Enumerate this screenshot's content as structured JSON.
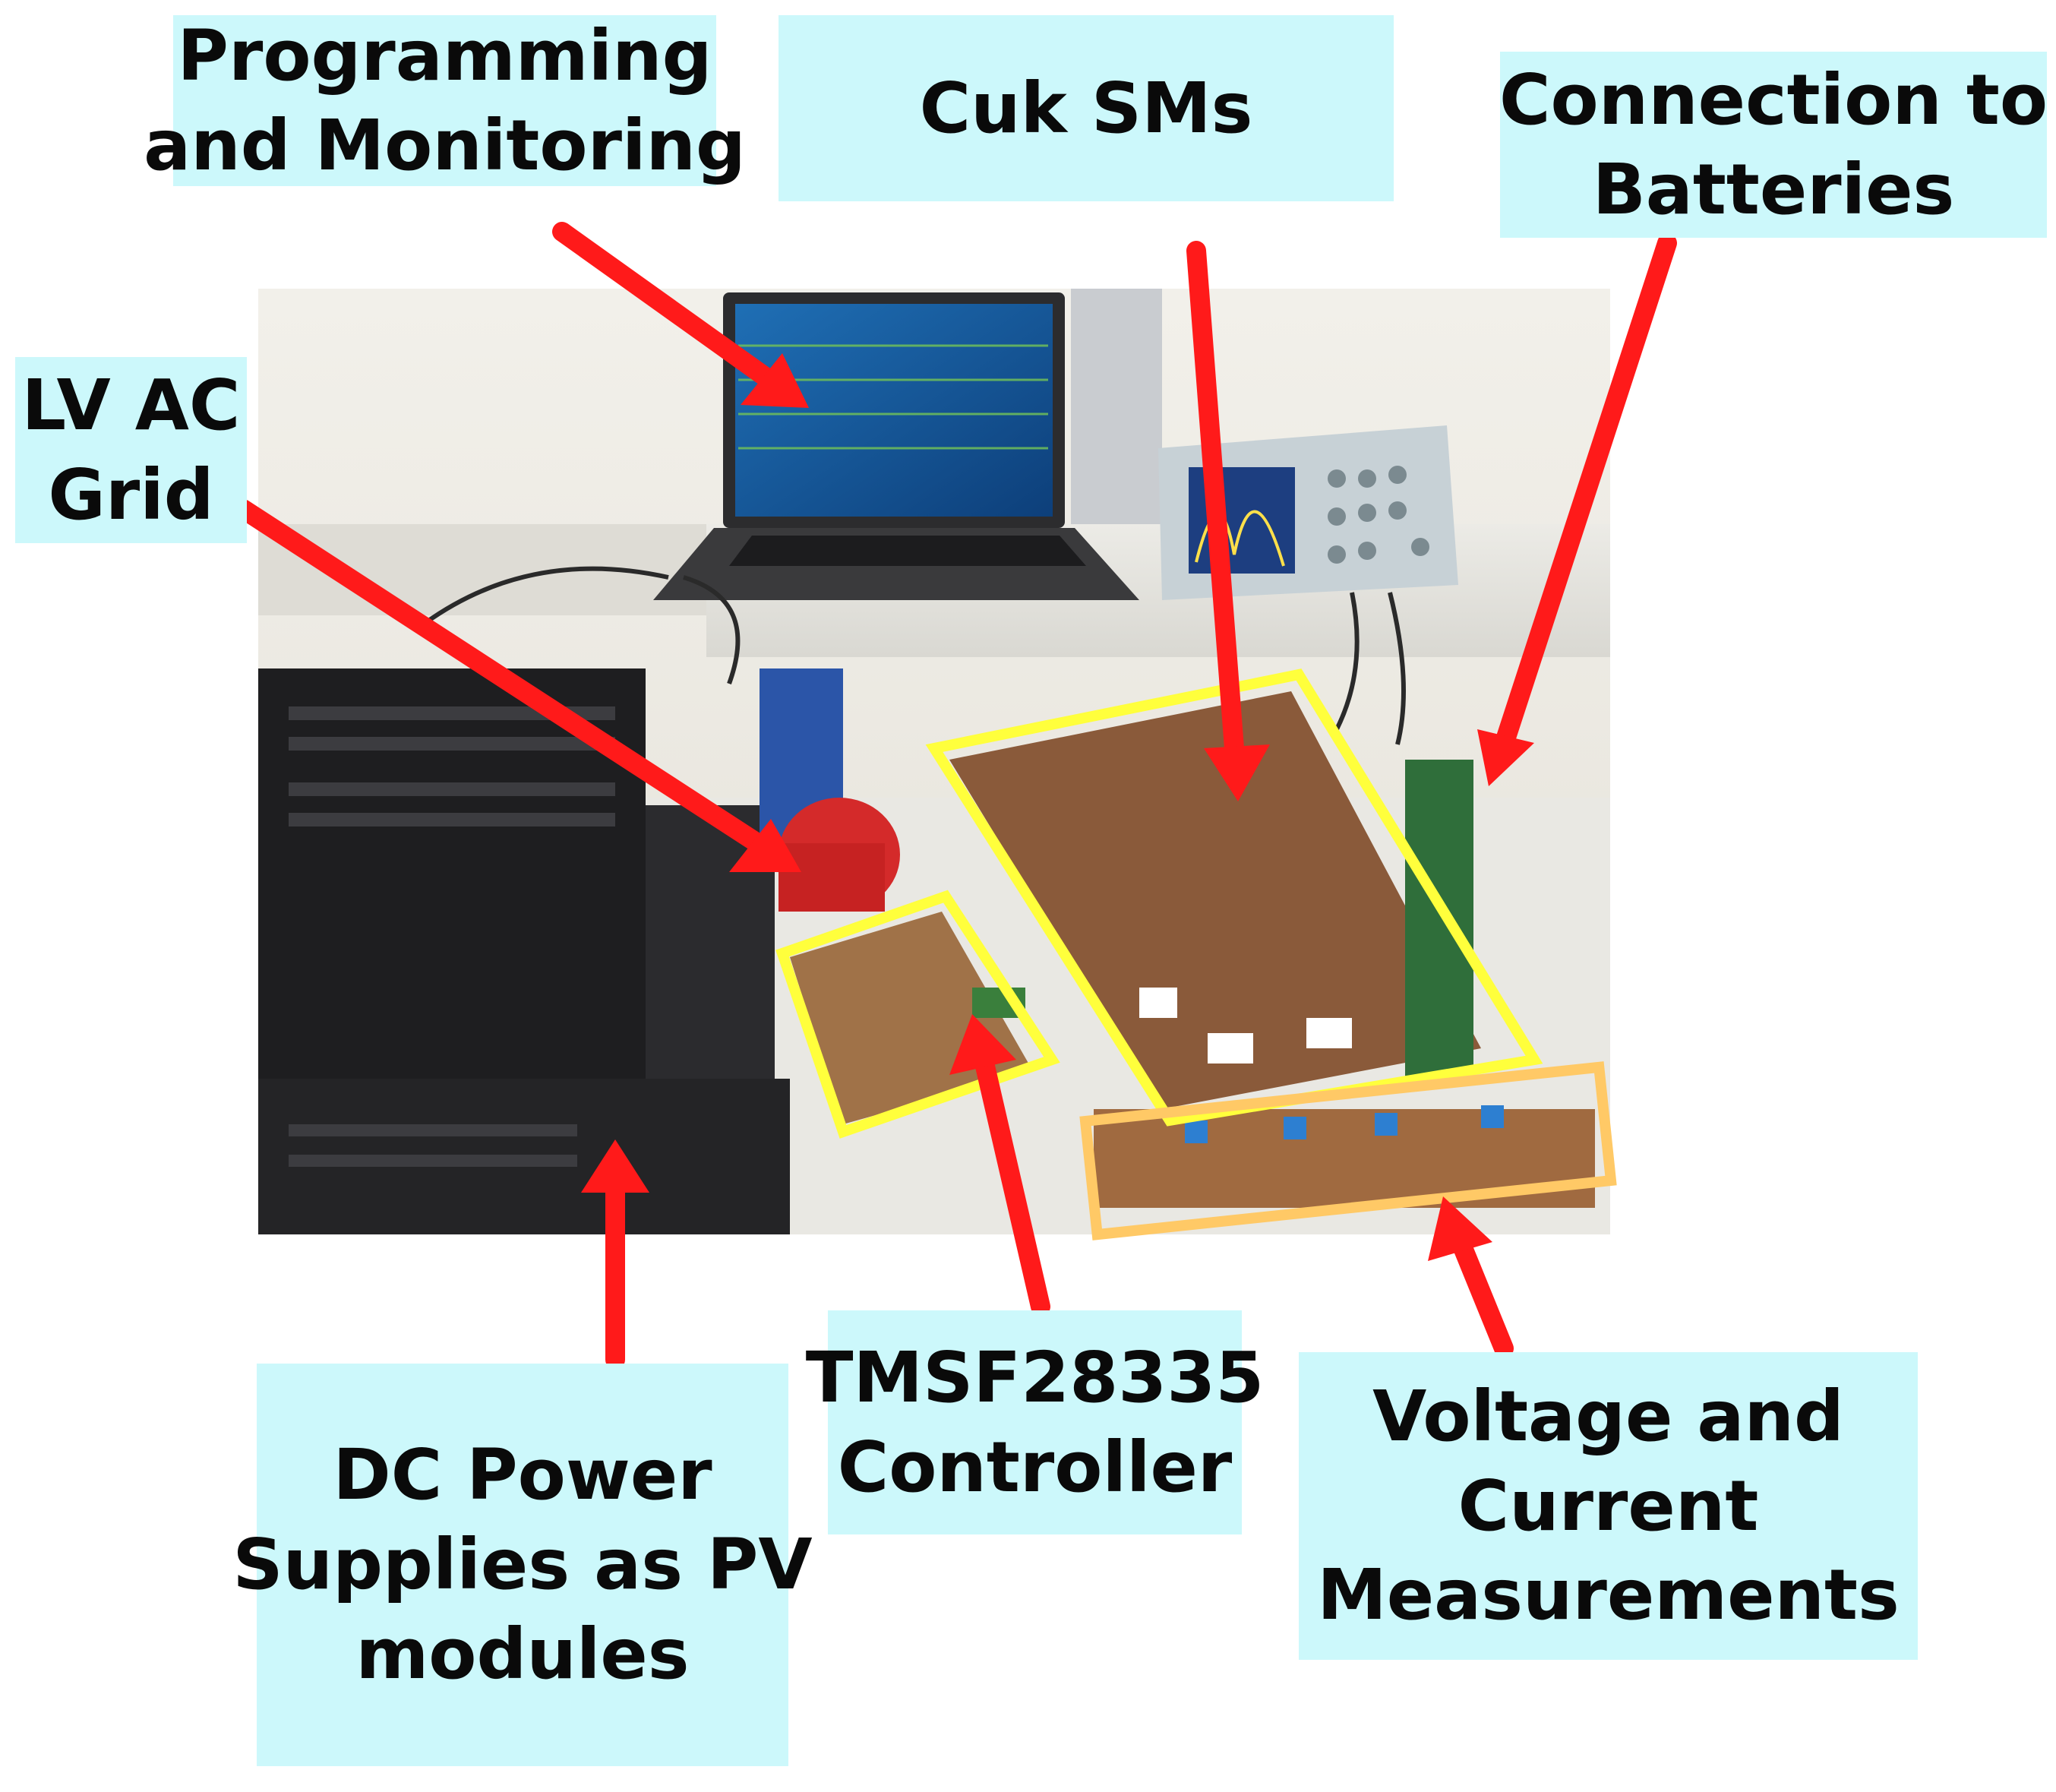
{
  "labels": {
    "programming": [
      "Programming",
      "and Monitoring"
    ],
    "cuk": [
      "Cuk SMs"
    ],
    "batteries": [
      "Connection to",
      "Batteries"
    ],
    "lvac": [
      "LV AC",
      "Grid"
    ],
    "dcpower": [
      "DC Power",
      "Supplies as PV",
      "modules"
    ],
    "controller": [
      "TMSF28335",
      "Controller"
    ],
    "measurements": [
      "Voltage and",
      "Current",
      "Measurements"
    ]
  },
  "colors": {
    "label_bg": "#ccf8fb",
    "arrow": "#ff1a1a",
    "highlight_yellow": "#ffff3c",
    "highlight_orange": "#ffc966"
  }
}
